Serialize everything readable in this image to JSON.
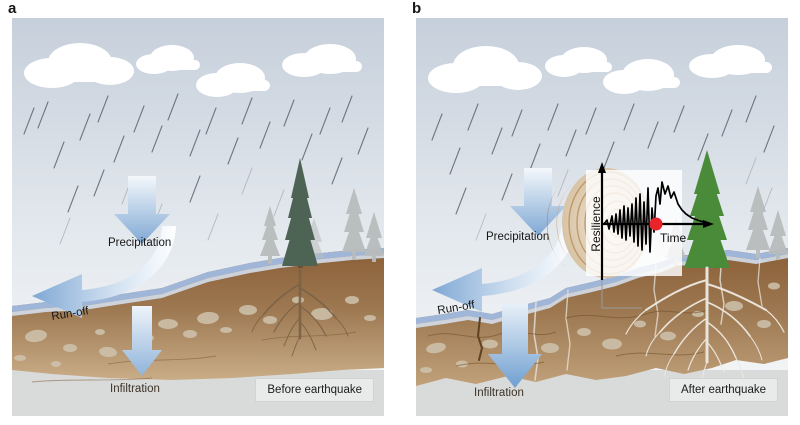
{
  "figure": {
    "panels": [
      {
        "letter": "a",
        "caption": "Before earthquake",
        "labels": {
          "precipitation": "Precipitation",
          "runoff": "Run-off",
          "infiltration": "Infiltration"
        }
      },
      {
        "letter": "b",
        "caption": "After earthquake",
        "labels": {
          "precipitation": "Precipitation",
          "runoff": "Run-off",
          "infiltration": "Infiltration"
        },
        "inset": {
          "y_axis_label": "Resilience",
          "x_axis_label": "Time",
          "event_marker_color": "#e8232a"
        }
      }
    ]
  },
  "colors": {
    "sky_top": "#c6cfdb",
    "sky_bottom": "#f2f4f6",
    "cloud": "#ffffff",
    "rain": "#5a6472",
    "arrow_blue": "#7fa8d4",
    "arrow_pale": "#eef3f9",
    "water_layer": "#9fb6d8",
    "soil_top": "#8a6038",
    "soil_mid": "#9a744c",
    "soil_low": "#c4a882",
    "bedrock": "#d9dada",
    "tree_before": "#4d6354",
    "tree_after": "#4a8b3a",
    "tree_far": "#b9bcbc",
    "ring_light": "#e3d5bf",
    "ring_dark": "#9c6f3f",
    "caption_bg": "#e9eaea"
  }
}
